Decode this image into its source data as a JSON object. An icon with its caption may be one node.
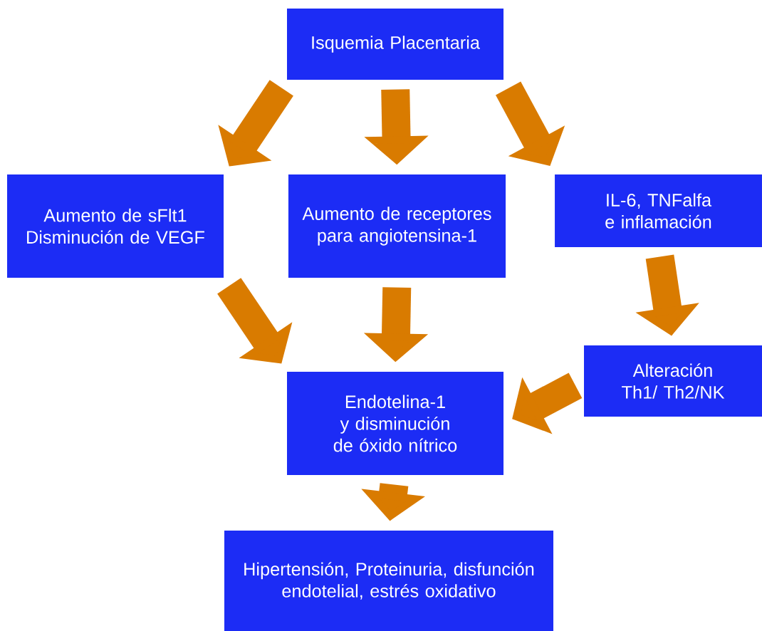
{
  "diagram": {
    "nodes": [
      {
        "text": [
          "Isquemia Placentaria"
        ]
      },
      {
        "text": [
          "Aumento de sFlt1 Disminución de VEGF"
        ]
      },
      {
        "text": [
          "Aumento de receptores para angiotensina-1"
        ]
      },
      {
        "text": [
          "IL-6, TNFalfa e inflamación"
        ]
      },
      {
        "text": [
          "Alteración Th1/ Th2/NK"
        ]
      },
      {
        "text": [
          "Endotelina-1 y disminución de óxido nítrico"
        ]
      },
      {
        "text": [
          "Hipertensión, Proteinuria, disfunción endotelial, estrés oxidativo"
        ]
      }
    ],
    "edges": [
      {
        "from": 0,
        "to": 1,
        "arrow": "to"
      },
      {
        "from": 0,
        "to": 2,
        "arrow": "to"
      },
      {
        "from": 0,
        "to": 3,
        "arrow": "to"
      },
      {
        "from": 1,
        "to": 5,
        "arrow": "to"
      },
      {
        "from": 2,
        "to": 5,
        "arrow": "to"
      },
      {
        "from": 3,
        "to": 4,
        "arrow": "to"
      },
      {
        "from": 4,
        "to": 5,
        "arrow": "to"
      },
      {
        "from": 5,
        "to": 6,
        "arrow": "to"
      }
    ]
  }
}
